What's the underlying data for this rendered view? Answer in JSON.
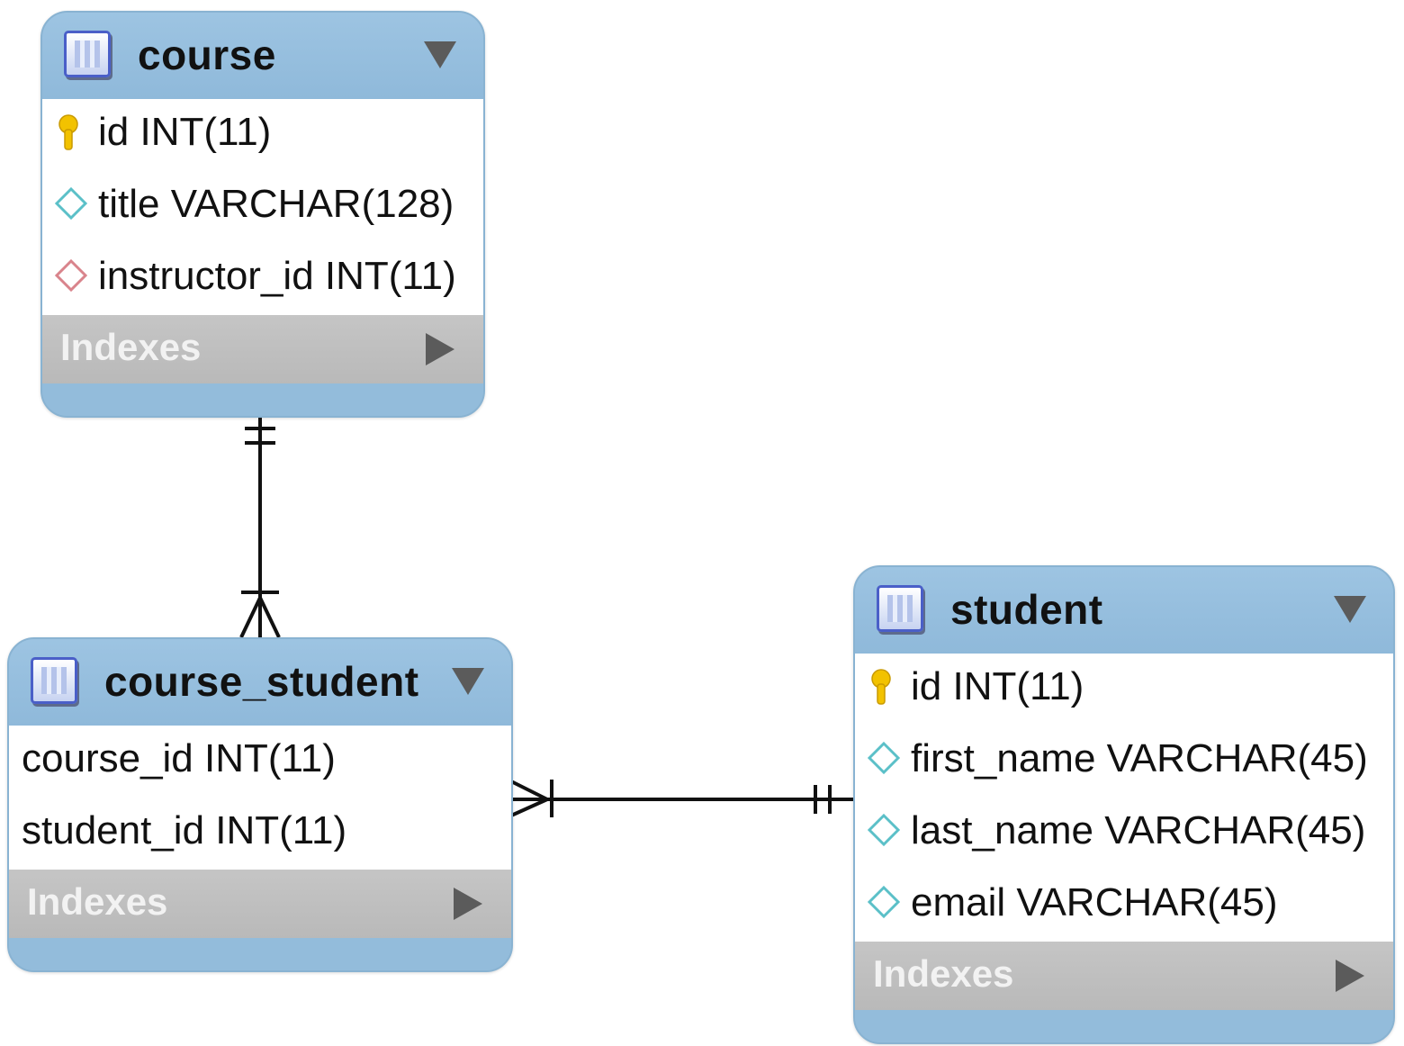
{
  "tables": {
    "course": {
      "name": "course",
      "columns": [
        {
          "text": "id INT(11)",
          "icon": "primary-key-icon"
        },
        {
          "text": "title VARCHAR(128)",
          "icon": "column-diamond-icon"
        },
        {
          "text": "instructor_id INT(11)",
          "icon": "foreign-key-diamond-icon"
        }
      ],
      "indexes_label": "Indexes"
    },
    "course_student": {
      "name": "course_student",
      "columns": [
        {
          "text": "course_id INT(11)",
          "icon": ""
        },
        {
          "text": "student_id INT(11)",
          "icon": ""
        }
      ],
      "indexes_label": "Indexes"
    },
    "student": {
      "name": "student",
      "columns": [
        {
          "text": "id INT(11)",
          "icon": "primary-key-icon"
        },
        {
          "text": "first_name VARCHAR(45)",
          "icon": "column-diamond-icon"
        },
        {
          "text": "last_name VARCHAR(45)",
          "icon": "column-diamond-icon"
        },
        {
          "text": "email VARCHAR(45)",
          "icon": "column-diamond-icon"
        }
      ],
      "indexes_label": "Indexes"
    }
  },
  "relationships": [
    {
      "from": "course",
      "to": "course_student",
      "from_cardinality": "one-and-only-one",
      "to_cardinality": "one-or-many"
    },
    {
      "from": "student",
      "to": "course_student",
      "from_cardinality": "one-and-only-one",
      "to_cardinality": "one-or-many"
    }
  ],
  "colors": {
    "header": "#93bcdb",
    "indexes_bar": "#bfbfbf",
    "key_icon": "#f2c200",
    "column_diamond": "#5bc0c8",
    "fk_diamond": "#d9848c",
    "line": "#111111"
  }
}
